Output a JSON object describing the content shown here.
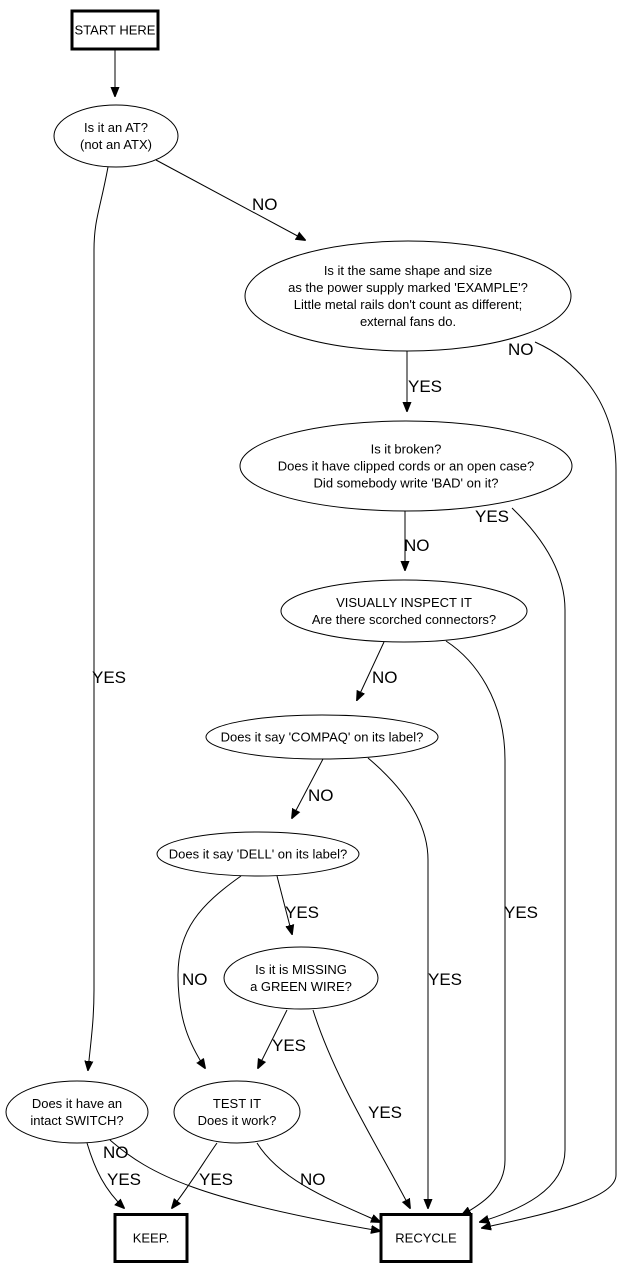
{
  "diagram": {
    "type": "flowchart",
    "nodes": {
      "start": {
        "shape": "box",
        "lines": [
          "START HERE"
        ]
      },
      "is_at": {
        "shape": "ellipse",
        "lines": [
          "Is it an AT?",
          "(not an ATX)"
        ]
      },
      "same_shape": {
        "shape": "ellipse",
        "lines": [
          "Is it the same shape and size",
          "as the power supply marked 'EXAMPLE'?",
          "Little metal rails don't count as different;",
          "external fans do."
        ]
      },
      "broken": {
        "shape": "ellipse",
        "lines": [
          "Is it broken?",
          "Does it have clipped cords or an open case?",
          "Did somebody write 'BAD' on it?"
        ]
      },
      "visual": {
        "shape": "ellipse",
        "lines": [
          "VISUALLY INSPECT IT",
          "Are there scorched connectors?"
        ]
      },
      "compaq": {
        "shape": "ellipse",
        "lines": [
          "Does it say 'COMPAQ' on its label?"
        ]
      },
      "dell": {
        "shape": "ellipse",
        "lines": [
          "Does it say 'DELL' on its label?"
        ]
      },
      "green": {
        "shape": "ellipse",
        "lines": [
          "Is it is MISSING",
          "a GREEN WIRE?"
        ]
      },
      "switch": {
        "shape": "ellipse",
        "lines": [
          "Does it have an",
          "intact SWITCH?"
        ]
      },
      "test": {
        "shape": "ellipse",
        "lines": [
          "TEST IT",
          "Does it work?"
        ]
      },
      "keep": {
        "shape": "box",
        "lines": [
          "KEEP."
        ]
      },
      "recycle": {
        "shape": "box",
        "lines": [
          "RECYCLE"
        ]
      }
    },
    "edges": [
      {
        "from": "start",
        "to": "is_at",
        "label": ""
      },
      {
        "from": "is_at",
        "to": "same_shape",
        "label": "NO"
      },
      {
        "from": "is_at",
        "to": "switch",
        "label": "YES"
      },
      {
        "from": "same_shape",
        "to": "broken",
        "label": "YES"
      },
      {
        "from": "same_shape",
        "to": "recycle",
        "label": "NO"
      },
      {
        "from": "broken",
        "to": "visual",
        "label": "NO"
      },
      {
        "from": "broken",
        "to": "recycle",
        "label": "YES"
      },
      {
        "from": "visual",
        "to": "compaq",
        "label": "NO"
      },
      {
        "from": "visual",
        "to": "recycle",
        "label": "YES"
      },
      {
        "from": "compaq",
        "to": "dell",
        "label": "NO"
      },
      {
        "from": "compaq",
        "to": "recycle",
        "label": "YES"
      },
      {
        "from": "dell",
        "to": "green",
        "label": "YES"
      },
      {
        "from": "dell",
        "to": "test",
        "label": "NO"
      },
      {
        "from": "green",
        "to": "test",
        "label": "YES"
      },
      {
        "from": "green",
        "to": "recycle",
        "label": "YES"
      },
      {
        "from": "switch",
        "to": "keep",
        "label": "YES"
      },
      {
        "from": "switch",
        "to": "recycle",
        "label": "NO"
      },
      {
        "from": "test",
        "to": "keep",
        "label": "YES"
      },
      {
        "from": "test",
        "to": "recycle",
        "label": "NO"
      }
    ]
  }
}
